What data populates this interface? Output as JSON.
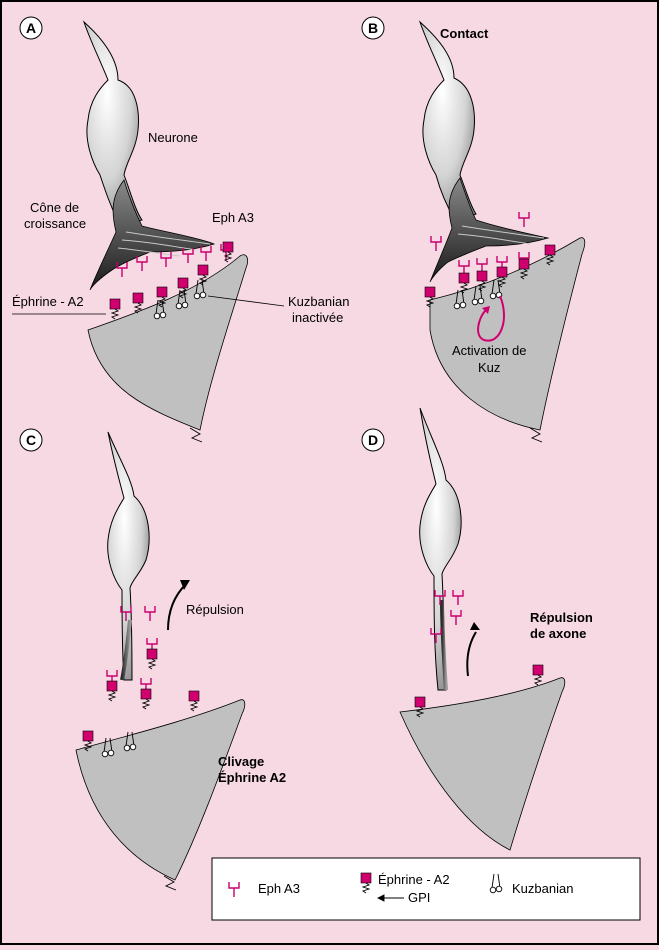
{
  "panels": {
    "a": {
      "letter": "A",
      "neurone": "Neurone",
      "cone_line1": "Cône de",
      "cone_line2": "croissance",
      "eph": "Eph A3",
      "ephrine": "Éphrine - A2",
      "kuz_line1": "Kuzbanian",
      "kuz_line2": "inactivée"
    },
    "b": {
      "letter": "B",
      "title": "Contact",
      "activation_line1": "Activation de",
      "activation_line2": "Kuz"
    },
    "c": {
      "letter": "C",
      "repulsion": "Répulsion",
      "cleavage_line1": "Clivage",
      "cleavage_line2": "Éphrine A2"
    },
    "d": {
      "letter": "D",
      "repulsion_line1": "Répulsion",
      "repulsion_line2": "de axone"
    }
  },
  "legend": {
    "eph": "Eph A3",
    "ephrine": "Éphrine - A2",
    "gpi": "GPI",
    "kuz": "Kuzbanian"
  },
  "colors": {
    "background": "#f7d9e4",
    "magenta": "#d0006f",
    "cell_gray": "#c0c0c0",
    "border": "#000000"
  }
}
